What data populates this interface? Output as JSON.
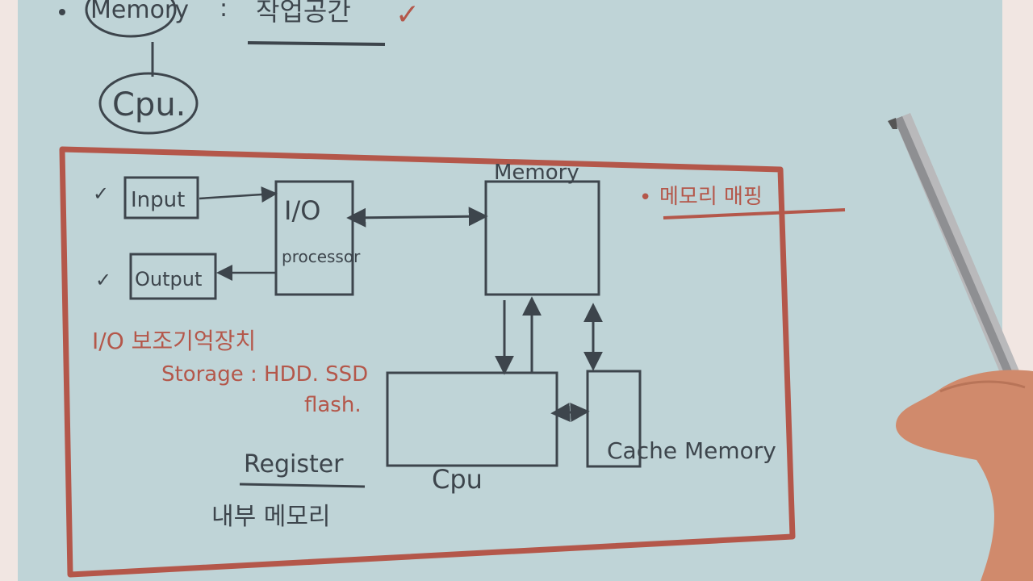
{
  "colors": {
    "paper": "#bfd4d7",
    "ink": "#3d454c",
    "red_ink": "#b4574a",
    "hand": "#d08a6c",
    "pen": "#b9b9bb"
  },
  "notes_top": {
    "memory_label": "Memory",
    "memory_desc": "작업공간",
    "cpu_label": "Cpu.",
    "check": "✓"
  },
  "diagram": {
    "input_label": "Input",
    "output_label": "Output",
    "io_processor_title": "I/O",
    "io_processor_sub": "processor",
    "memory_label": "Memory",
    "cpu_label": "Cpu",
    "cache_label": "Cache Memory",
    "check": "✓"
  },
  "red_notes": {
    "bullet": "•",
    "mem_mapping": "메모리 매핑",
    "io_line": "I/O 보조기억장치",
    "storage_line": "Storage : HDD. SSD",
    "flash_line": "flash."
  },
  "register_note": {
    "title": "Register",
    "desc": "내부 메모리"
  },
  "icons": [
    "checkmark-icon",
    "pen-icon",
    "hand-icon"
  ]
}
